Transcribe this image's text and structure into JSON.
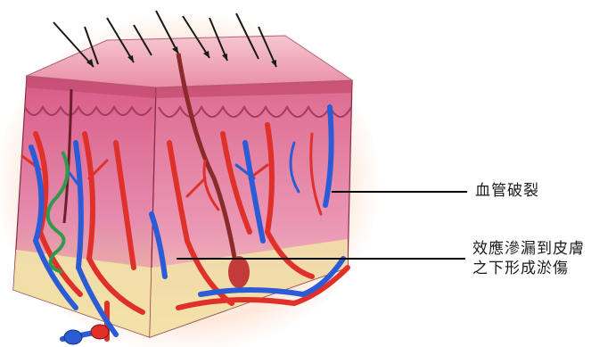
{
  "labels": {
    "vessel_rupture": "血管破裂",
    "effect_line1": "效應滲漏到皮膚",
    "effect_line2": "之下形成淤傷"
  },
  "colors": {
    "epidermis": "#e58aa4",
    "dermis": "#e16a93",
    "fat_layer": "#f2e3a8",
    "artery": "#e0302a",
    "vein": "#2c5bd6",
    "nerve": "#2f9a4e",
    "hair": "#1a1a1a",
    "leader_line": "#000000"
  }
}
